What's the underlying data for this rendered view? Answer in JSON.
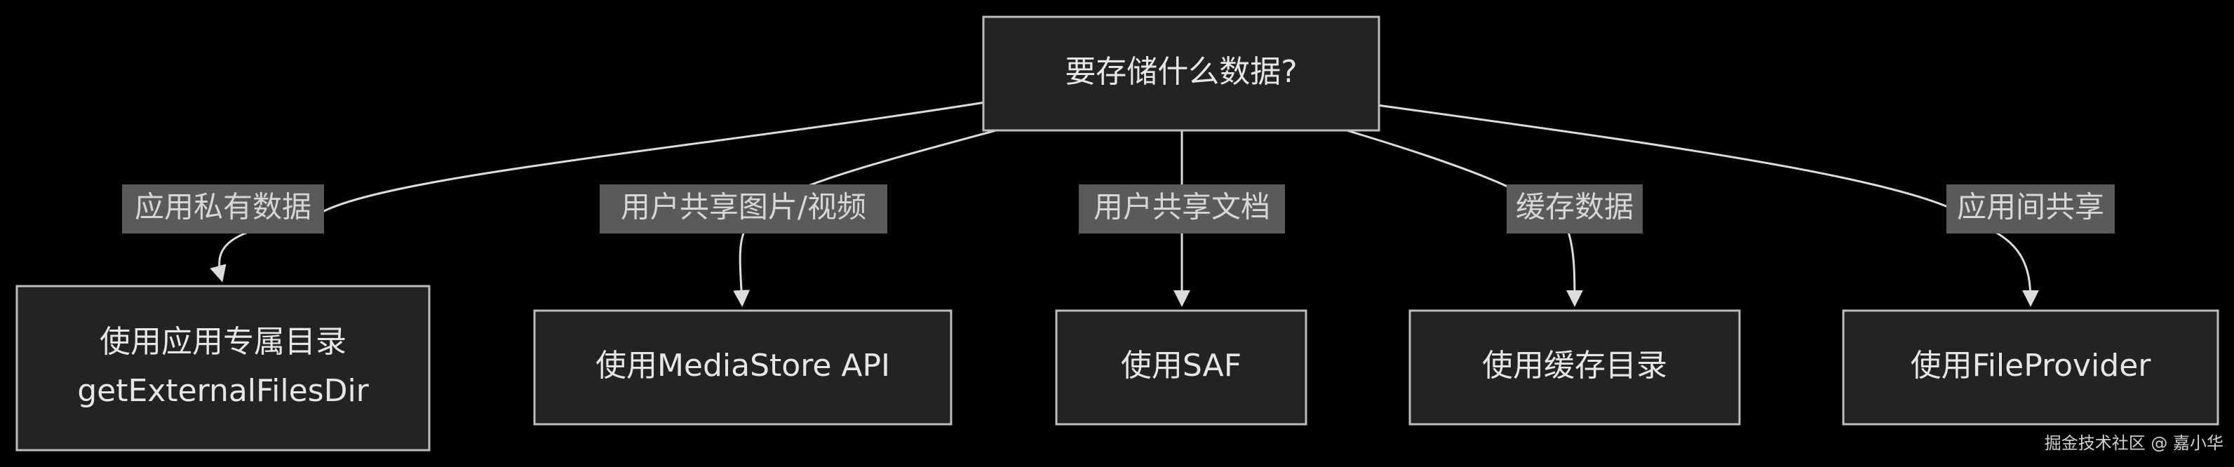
{
  "diagram": {
    "root": {
      "label": "要存储什么数据?"
    },
    "branches": [
      {
        "edge_label": "应用私有数据",
        "target_line1": "使用应用专属目录",
        "target_line2": "getExternalFilesDir"
      },
      {
        "edge_label": "用户共享图片/视频",
        "target_line1": "使用MediaStore API"
      },
      {
        "edge_label": "用户共享文档",
        "target_line1": "使用SAF"
      },
      {
        "edge_label": "缓存数据",
        "target_line1": "使用缓存目录"
      },
      {
        "edge_label": "应用间共享",
        "target_line1": "使用FileProvider"
      }
    ]
  },
  "watermark": {
    "text": "掘金技术社区 @ 嘉小华"
  }
}
